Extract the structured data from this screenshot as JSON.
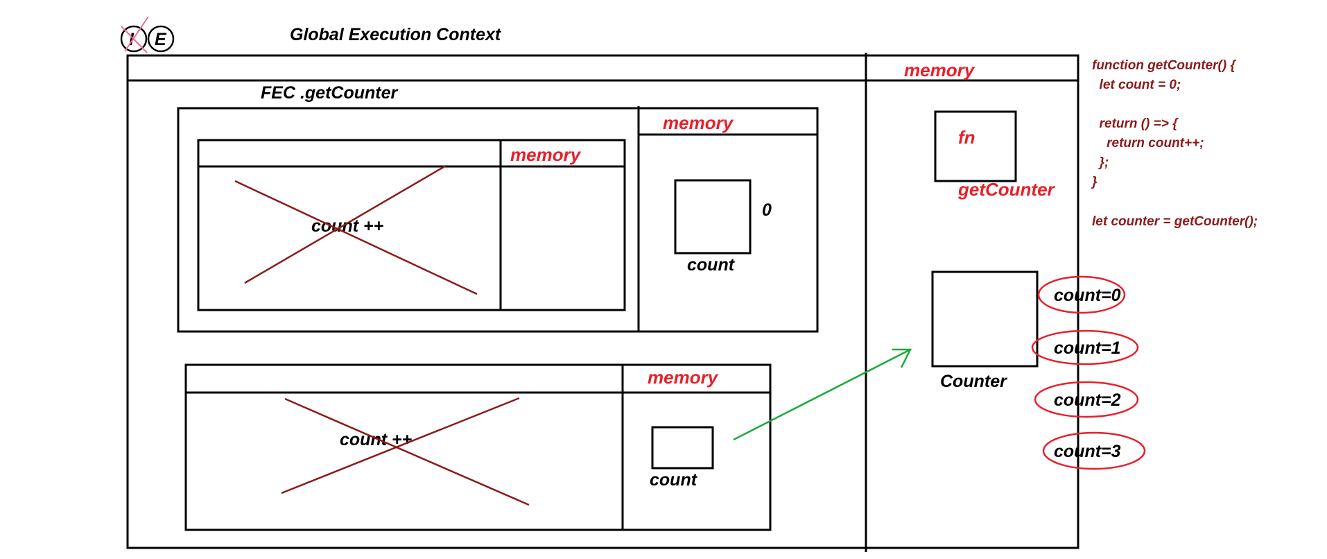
{
  "header": {
    "title": "Global Execution Context",
    "corner_letters": [
      "I",
      "E"
    ]
  },
  "global": {
    "memory_label": "memory",
    "fn_label": "fn",
    "getcounter_label": "getCounter",
    "counter_label": "Counter",
    "count_states": [
      "count=0",
      "count=1",
      "count=2",
      "count=3"
    ]
  },
  "fec": {
    "title": "FEC .getCounter",
    "memory_label": "memory",
    "count_label": "count",
    "count_value": "0"
  },
  "inner_call_1": {
    "memory_label": "memory",
    "code_text": "count ++"
  },
  "inner_call_2": {
    "memory_label": "memory",
    "code_text": "count ++",
    "count_label": "count"
  },
  "code_snippet": {
    "lines": [
      "function getCounter() {",
      "  let count = 0;",
      "",
      "  return () => {",
      "    return count++;",
      "  };",
      "}",
      "",
      "let counter = getCounter();"
    ]
  },
  "colors": {
    "red_label": "#e8202a",
    "code_text": "#8b1a1a",
    "cross": "#8b1a1a",
    "arrow": "#1aaa3a",
    "strike_pink": "#f06a8a"
  }
}
